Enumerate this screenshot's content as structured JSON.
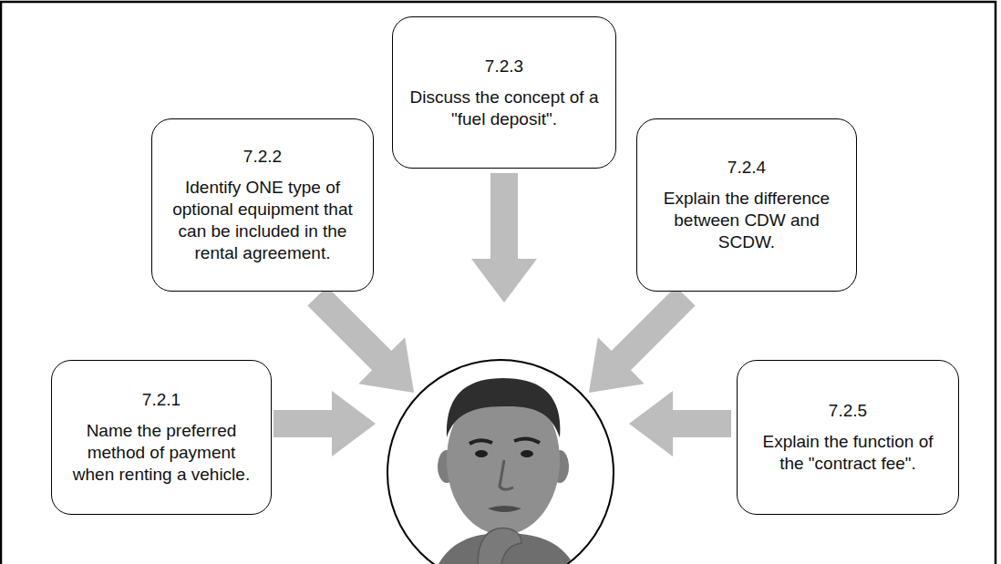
{
  "diagram": {
    "nodes": [
      {
        "text": [
          "7.2.2",
          "Identify ONE type of optional equipment that can be included in the rental agreement."
        ]
      },
      {
        "text": [
          "7.2.3",
          "Discuss the concept of a \"fuel deposit\"."
        ]
      },
      {
        "text": [
          "7.2.4",
          "Explain the difference between CDW and SCDW."
        ]
      },
      {
        "text": [
          "7.2.1",
          "Name the preferred method of payment when renting a vehicle."
        ]
      },
      {
        "text": [
          "7.2.5",
          "Explain the function of the \"contract fee\"."
        ]
      }
    ]
  }
}
